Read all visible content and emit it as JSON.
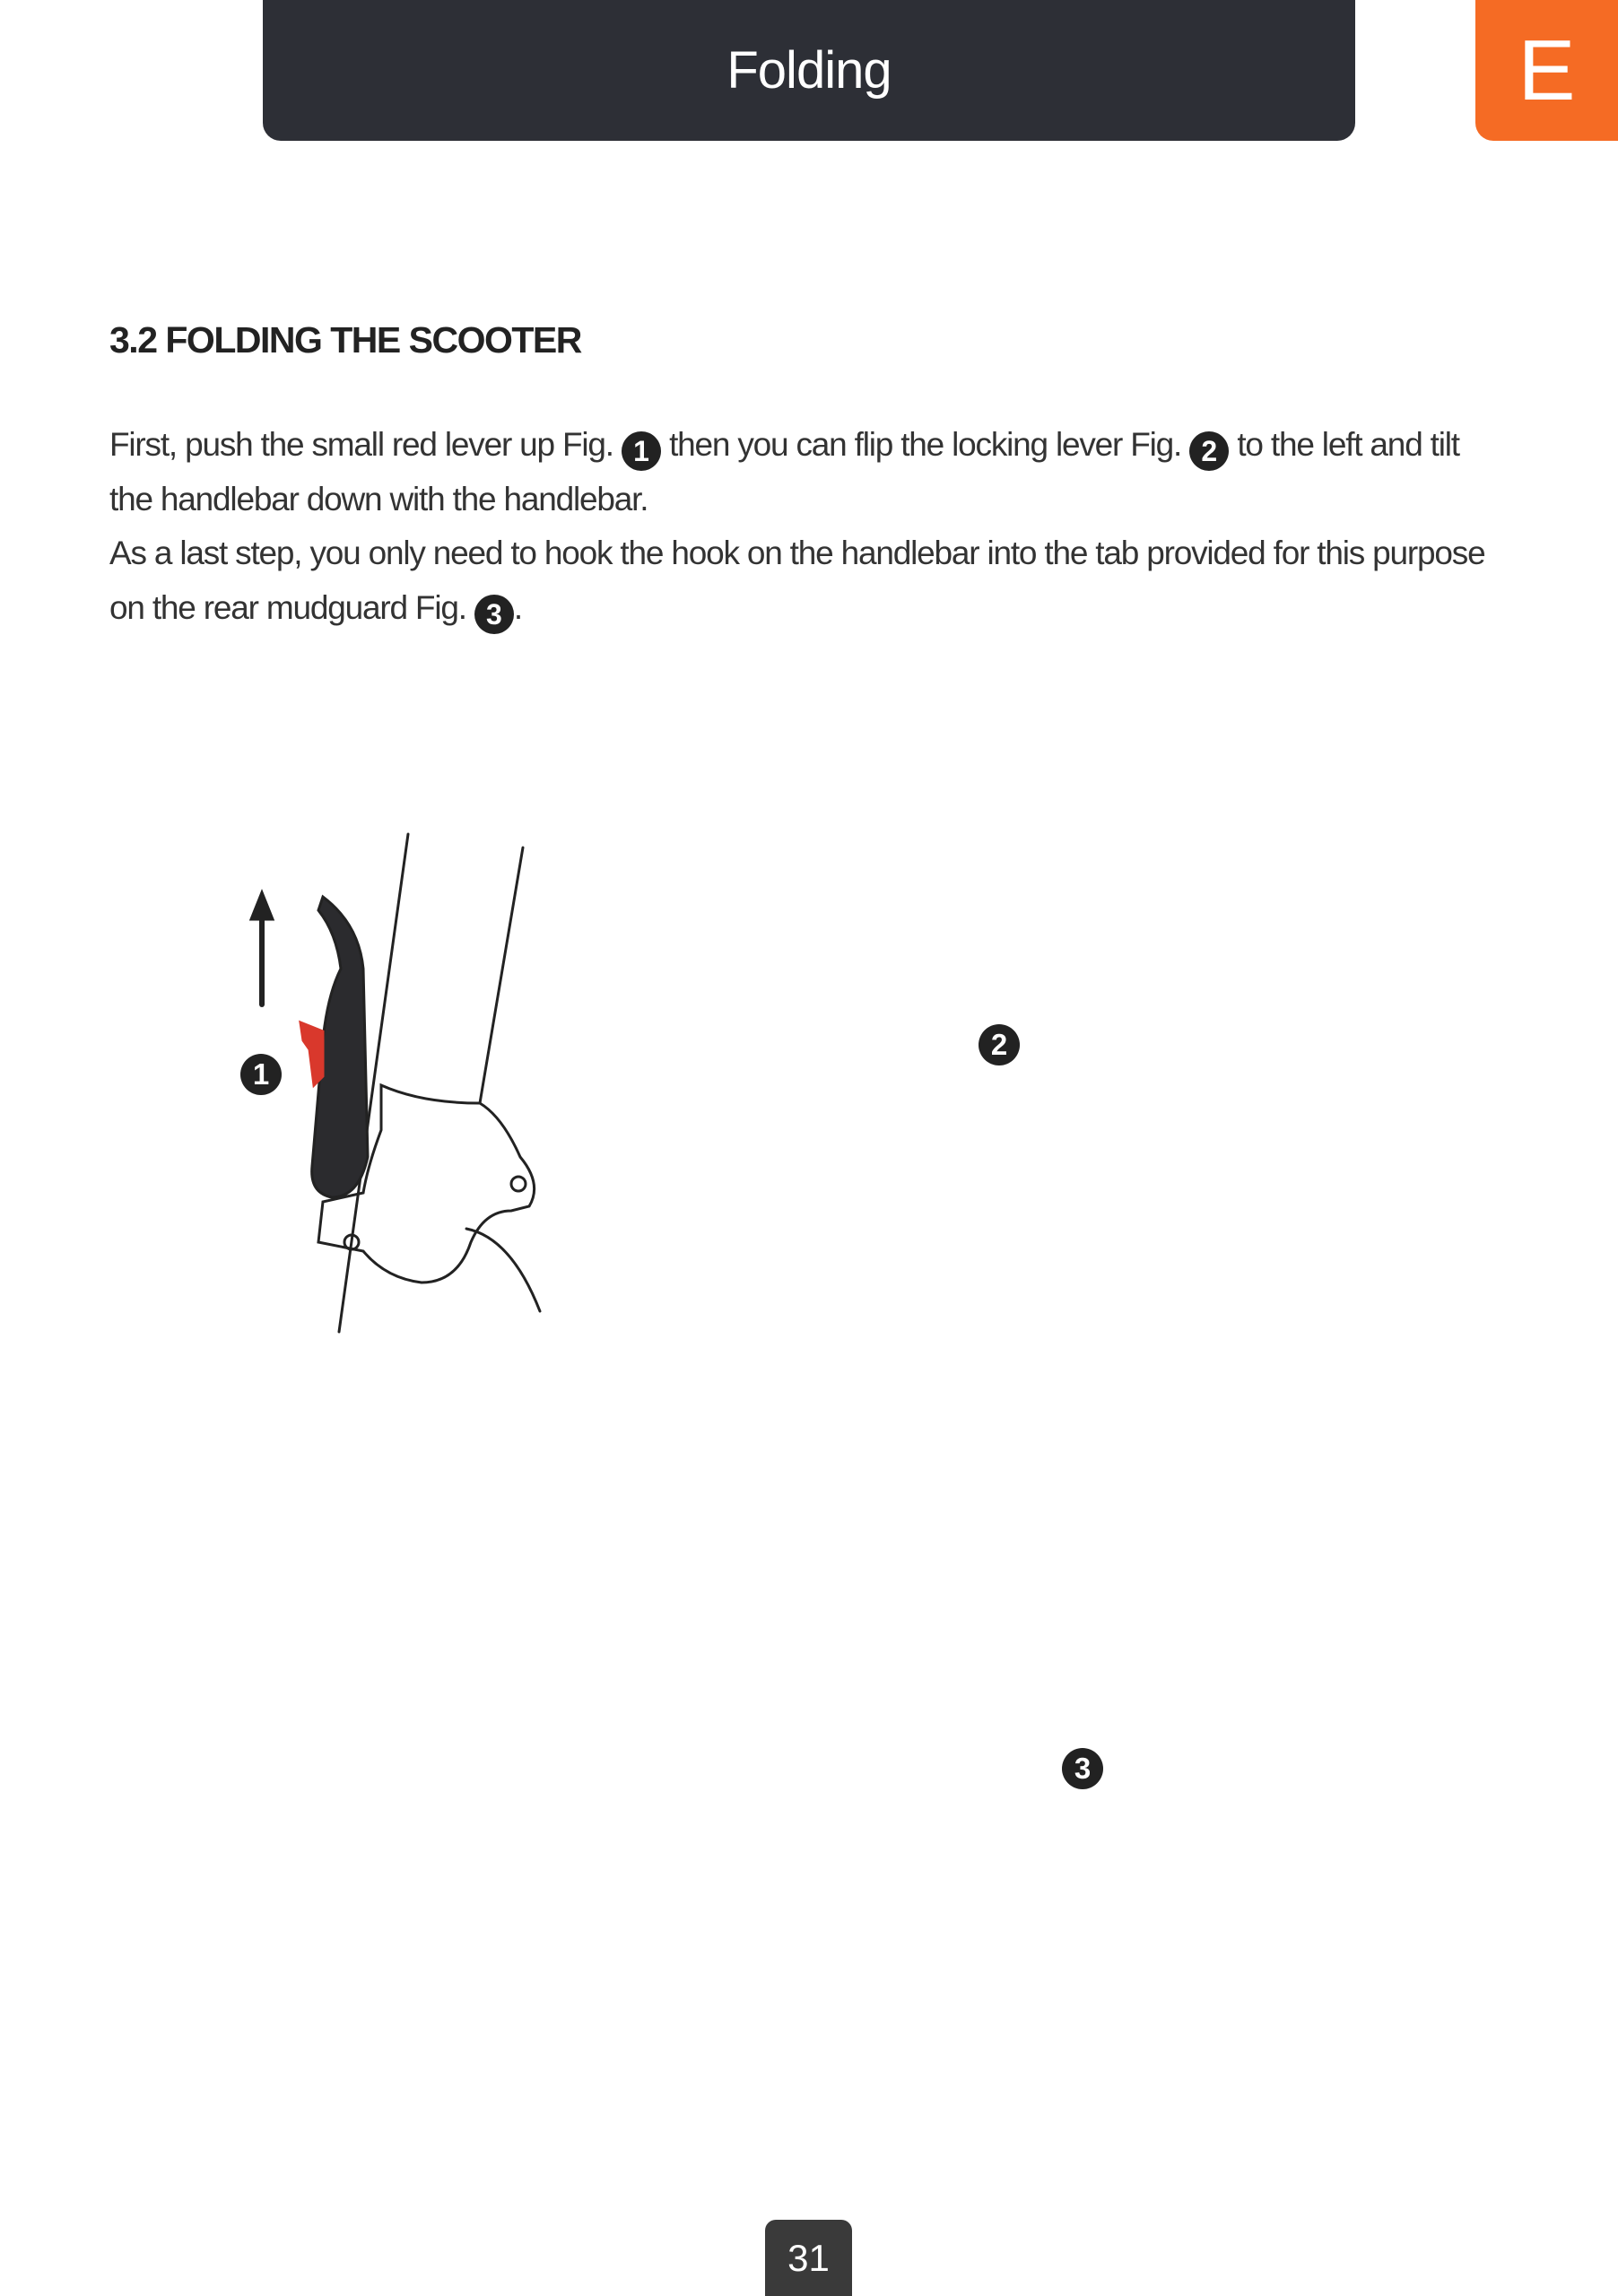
{
  "header": {
    "title": "Folding",
    "language_tab": "E"
  },
  "section": {
    "heading": "3.2 FOLDING THE SCOOTER",
    "paragraph": {
      "line1_a": "First, push the small red lever up Fig.",
      "ref1": "1",
      "line1_b": "then you can flip the locking lever Fig.",
      "ref2": "2",
      "line1_c": "to the left and tilt the handlebar down with the handlebar.",
      "line2_a": "As a last step, you only need to hook the hook on the handlebar into the tab provided for this purpose on the rear mudguard Fig.",
      "ref3": "3",
      "line2_b": "."
    }
  },
  "figures": [
    {
      "label": "1",
      "icon": "red-lever-push-up-illustration"
    },
    {
      "label": "2",
      "icon": "locking-lever-flip-illustration"
    },
    {
      "label": "3",
      "icon": "folded-scooter-illustration"
    }
  ],
  "colors": {
    "header_bg": "#2d2f36",
    "accent": "#f56b24",
    "lever_red": "#d9382c"
  },
  "footer": {
    "page_number": "31"
  }
}
